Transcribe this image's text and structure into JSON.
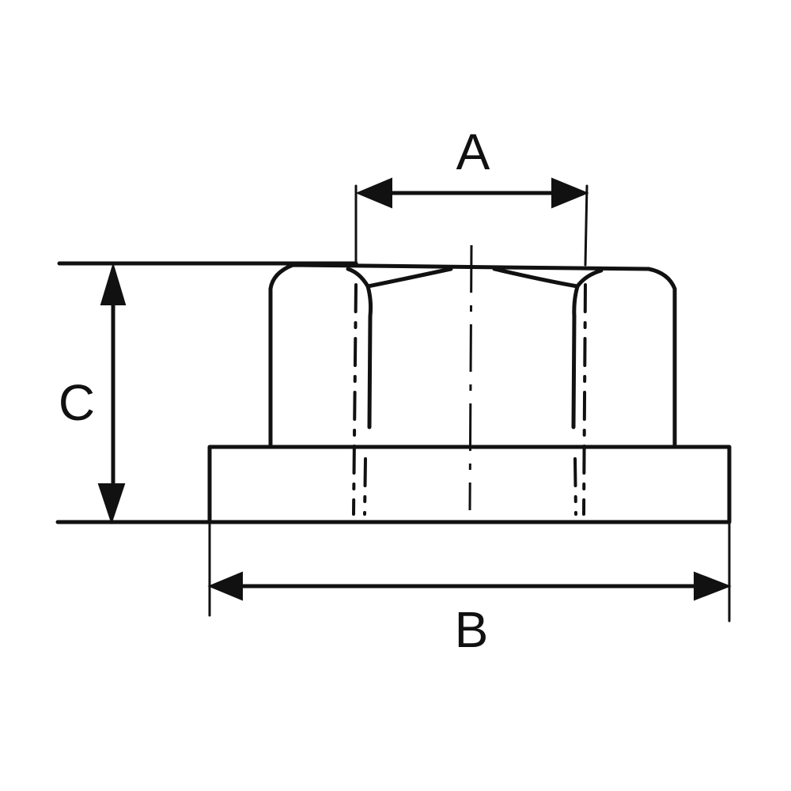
{
  "dimensions": {
    "a": {
      "label": "A"
    },
    "b": {
      "label": "B"
    },
    "c": {
      "label": "C"
    }
  },
  "colors": {
    "line": "#111111",
    "background": "#ffffff"
  }
}
